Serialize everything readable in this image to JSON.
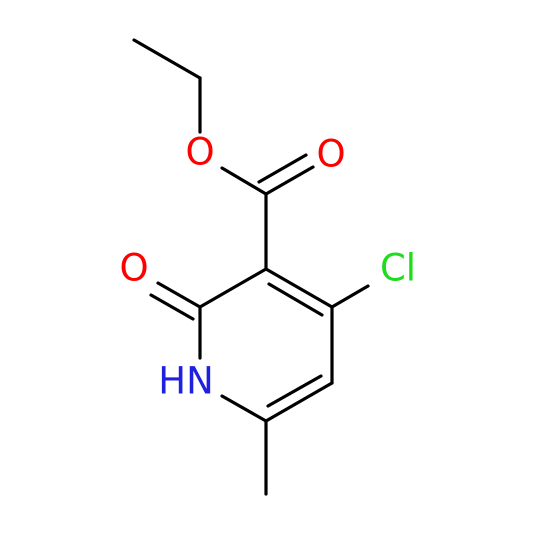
{
  "molecule": {
    "atoms": {
      "ester_o": {
        "label": "O",
        "color": "#ff0000"
      },
      "carbonyl_o": {
        "label": "O",
        "color": "#ff0000"
      },
      "ring_o": {
        "label": "O",
        "color": "#ff0000"
      },
      "chlorine": {
        "label": "Cl",
        "color": "#1fdc1f"
      },
      "nitrogen": {
        "label": "HN",
        "color": "#2020e0"
      }
    },
    "bond_color": "#000000"
  }
}
